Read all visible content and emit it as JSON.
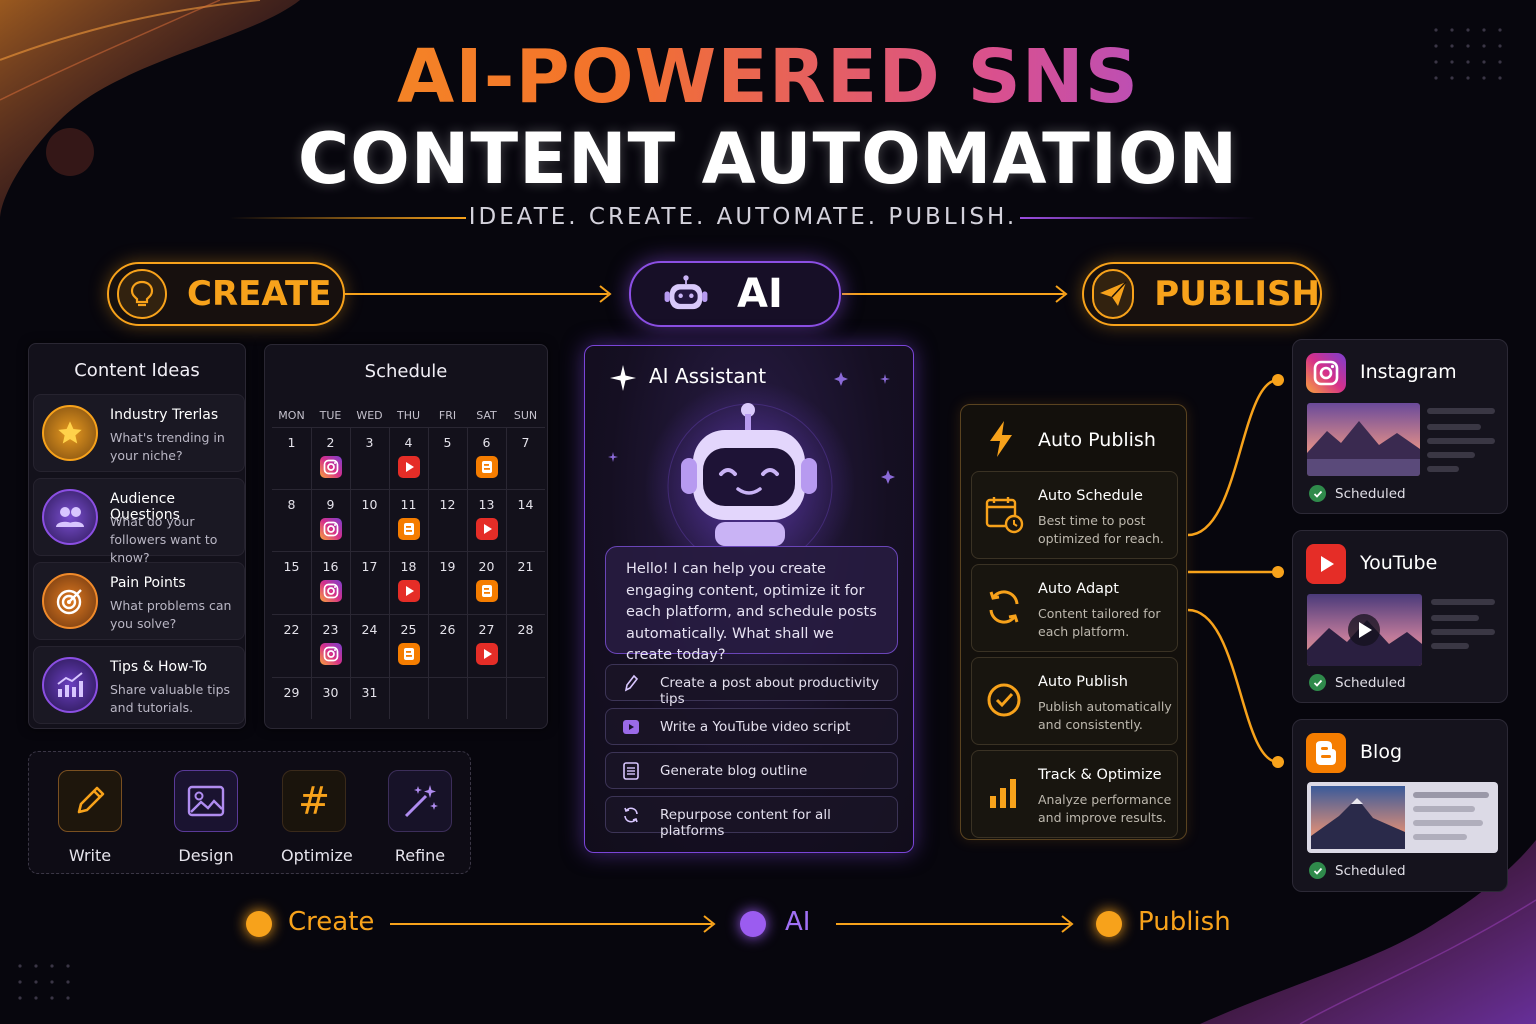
{
  "title": {
    "line1": "AI-POWERED SNS",
    "line2": "CONTENT AUTOMATION",
    "tagline": "IDEATE. CREATE. AUTOMATE. PUBLISH."
  },
  "pipeline": {
    "create": "CREATE",
    "ai": "AI",
    "publish": "PUBLISH"
  },
  "content_ideas": {
    "title": "Content Ideas",
    "items": [
      {
        "title": "Industry Trerlas",
        "desc": "What's trending in your niche?",
        "icon": "star-icon"
      },
      {
        "title": "Audience Questions",
        "desc": "What do your followers want to know?",
        "icon": "users-icon"
      },
      {
        "title": "Pain Points",
        "desc": "What problems can you solve?",
        "icon": "target-icon"
      },
      {
        "title": "Tips & How-To",
        "desc": "Share valuable tips and tutorials.",
        "icon": "chart-up-icon"
      }
    ]
  },
  "schedule": {
    "title": "Schedule",
    "weekdays": [
      "MON",
      "TUE",
      "WED",
      "THU",
      "FRI",
      "SAT",
      "SUN"
    ],
    "weeks": [
      [
        "1",
        "2",
        "3",
        "4",
        "5",
        "6",
        "7"
      ],
      [
        "8",
        "9",
        "10",
        "11",
        "12",
        "13",
        "14"
      ],
      [
        "15",
        "16",
        "17",
        "18",
        "19",
        "20",
        "21"
      ],
      [
        "22",
        "23",
        "24",
        "25",
        "26",
        "27",
        "28"
      ],
      [
        "29",
        "30",
        "31",
        "",
        "",
        "",
        ""
      ]
    ],
    "posts": [
      {
        "week": 0,
        "day": 1,
        "platform": "instagram"
      },
      {
        "week": 0,
        "day": 3,
        "platform": "youtube"
      },
      {
        "week": 0,
        "day": 5,
        "platform": "blog"
      },
      {
        "week": 1,
        "day": 1,
        "platform": "instagram"
      },
      {
        "week": 1,
        "day": 3,
        "platform": "blog"
      },
      {
        "week": 1,
        "day": 5,
        "platform": "youtube"
      },
      {
        "week": 2,
        "day": 1,
        "platform": "instagram"
      },
      {
        "week": 2,
        "day": 3,
        "platform": "youtube"
      },
      {
        "week": 2,
        "day": 5,
        "platform": "blog"
      },
      {
        "week": 3,
        "day": 1,
        "platform": "instagram"
      },
      {
        "week": 3,
        "day": 3,
        "platform": "blog"
      },
      {
        "week": 3,
        "day": 5,
        "platform": "youtube"
      }
    ]
  },
  "tools": [
    {
      "label": "Write",
      "icon": "pencil-icon"
    },
    {
      "label": "Design",
      "icon": "image-icon"
    },
    {
      "label": "Optimize",
      "icon": "hashtag-icon"
    },
    {
      "label": "Refine",
      "icon": "magic-wand-icon"
    }
  ],
  "assistant": {
    "title": "AI Assistant",
    "message": "Hello! I can help you create engaging content, optimize it for each platform, and schedule posts automatically. What shall we create today?",
    "suggestions": [
      {
        "label": "Create a post about productivity tips",
        "icon": "pen-icon"
      },
      {
        "label": "Write a YouTube video script",
        "icon": "video-icon"
      },
      {
        "label": "Generate blog outline",
        "icon": "document-icon"
      },
      {
        "label": "Repurpose content for all platforms",
        "icon": "refresh-icon"
      }
    ]
  },
  "auto_publish": {
    "title": "Auto Publish",
    "items": [
      {
        "title": "Auto Schedule",
        "desc": "Best time to post optimized for reach.",
        "icon": "calendar-clock-icon"
      },
      {
        "title": "Auto Adapt",
        "desc": "Content tailored for each platform.",
        "icon": "sync-icon"
      },
      {
        "title": "Auto Publish",
        "desc": "Publish automatically and consistently.",
        "icon": "check-circle-icon"
      },
      {
        "title": "Track & Optimize",
        "desc": "Analyze performance and improve results.",
        "icon": "bar-chart-icon"
      }
    ]
  },
  "platforms": [
    {
      "name": "Instagram",
      "status": "Scheduled",
      "icon": "instagram-icon"
    },
    {
      "name": "YouTube",
      "status": "Scheduled",
      "icon": "youtube-icon"
    },
    {
      "name": "Blog",
      "status": "Scheduled",
      "icon": "blogger-icon"
    }
  ],
  "flow": {
    "step1": "Create",
    "step2": "AI",
    "step3": "Publish"
  },
  "colors": {
    "orange": "#f7a21b",
    "purple": "#8b4fe3",
    "instagram": "#d6308a",
    "youtube": "#e52d27",
    "blog": "#f57d00",
    "check": "#2f8a4b"
  }
}
